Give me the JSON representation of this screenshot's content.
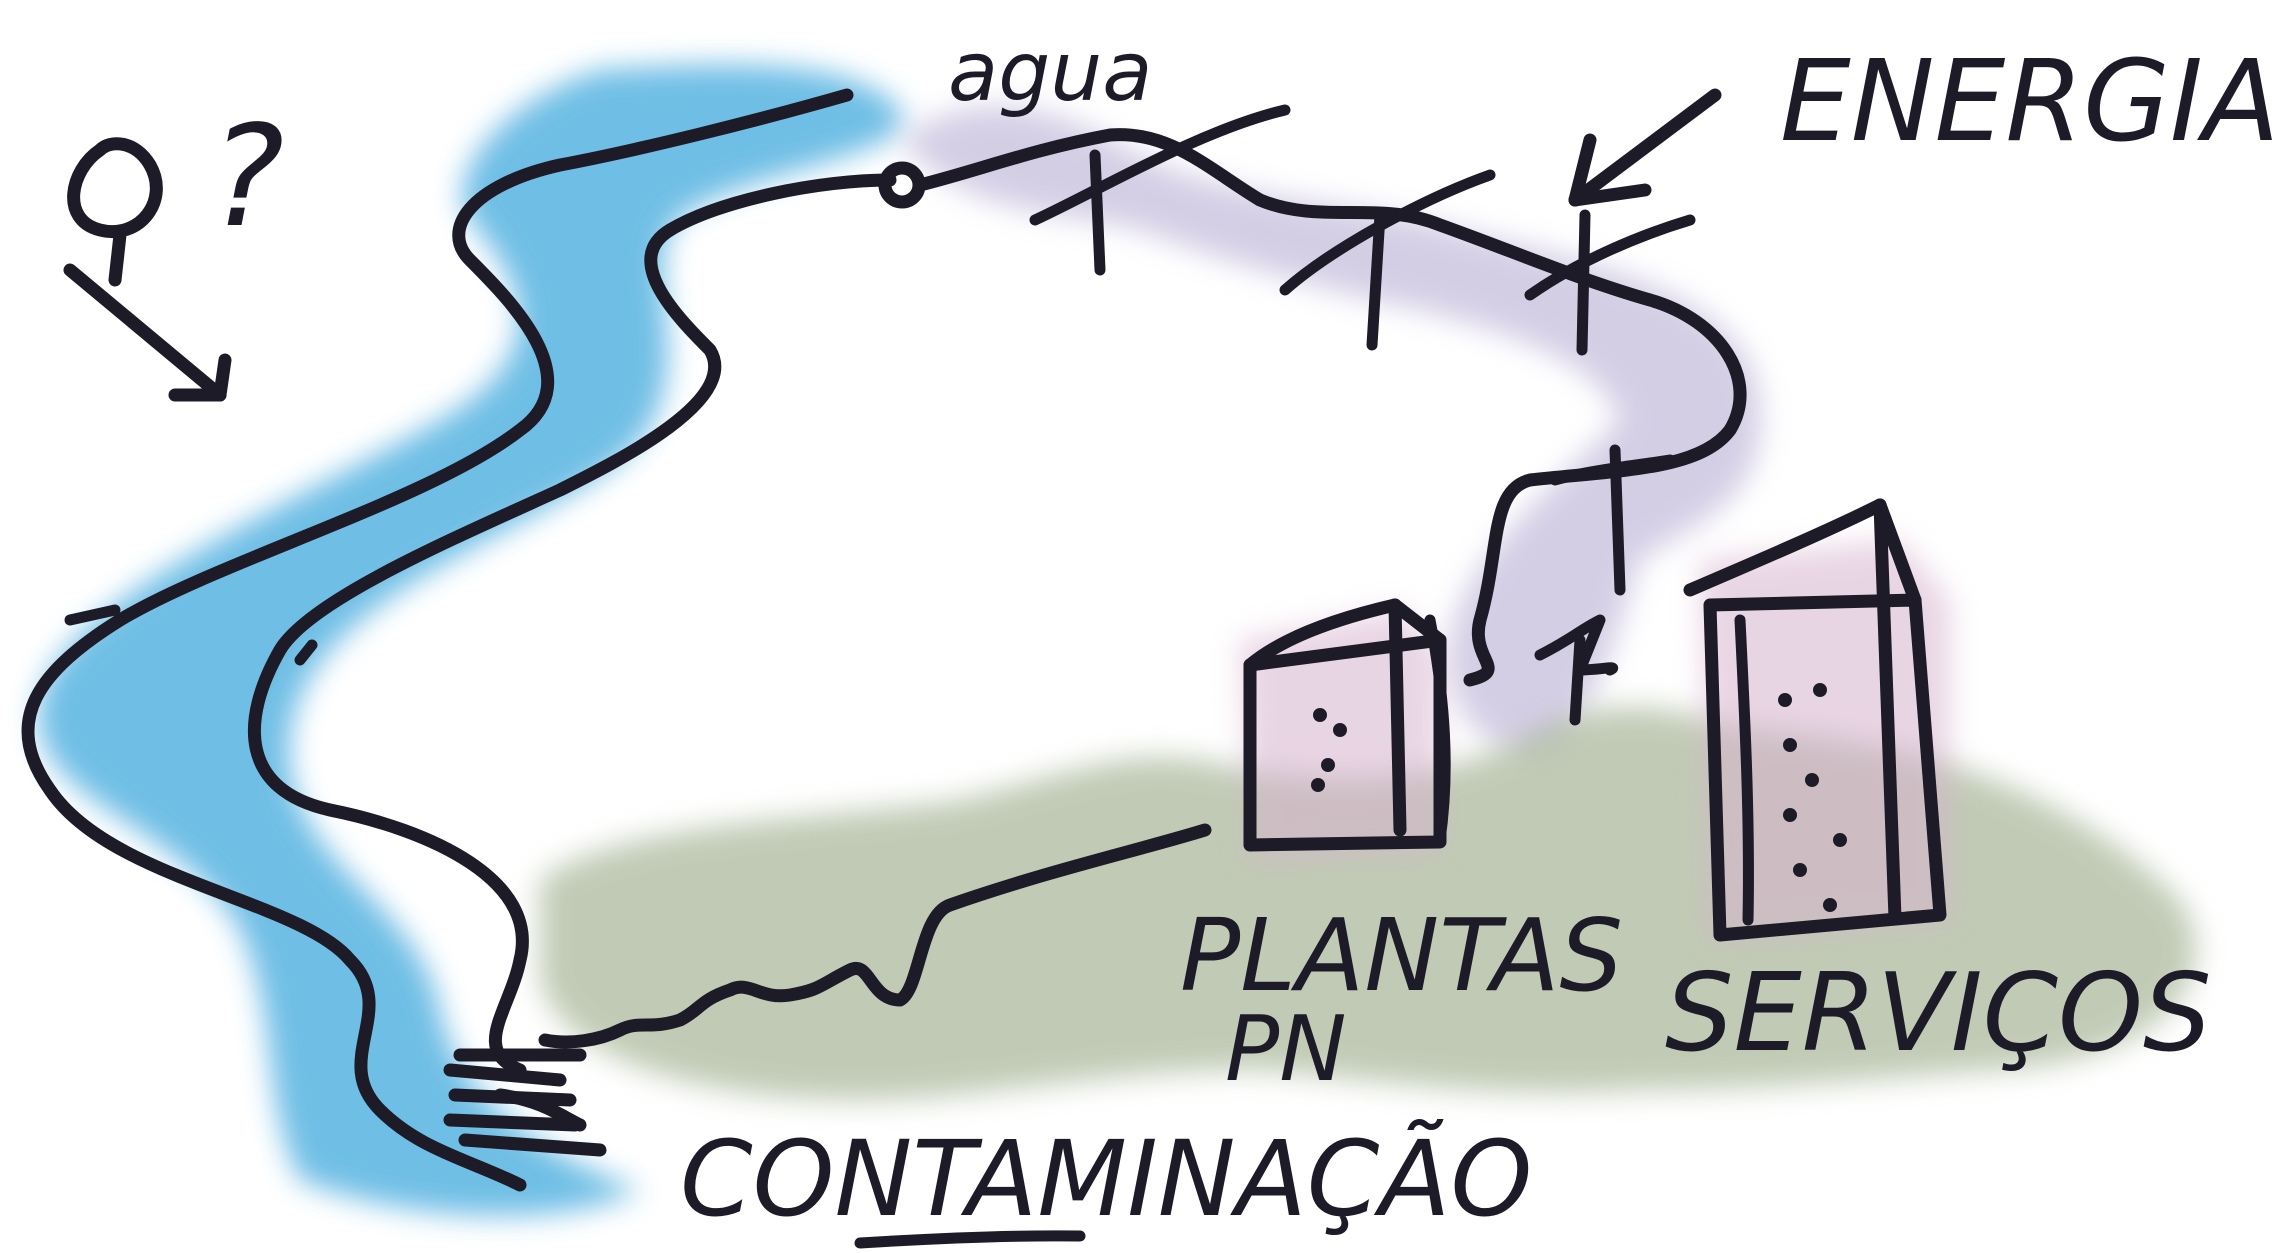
{
  "labels": {
    "agua": "agua",
    "energia": "ENERGIA",
    "question": "?",
    "plantas": "PLANTAS",
    "pn": "PN",
    "servicos": "SERVIÇOS",
    "contaminacao": "CONTAMINAÇÃO"
  },
  "colors": {
    "ink": "#1d1b27",
    "river_wash": "#3fa9dd",
    "energy_wash": "#b8aed4",
    "ground_wash": "#8fa07a",
    "building_wash": "#d7b3cf"
  }
}
